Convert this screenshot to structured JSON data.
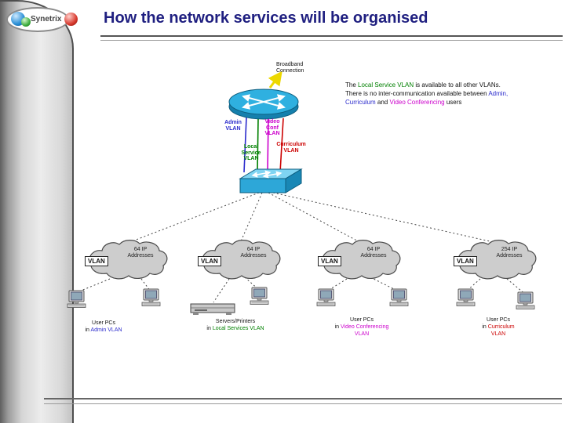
{
  "slide": {
    "title": "How the network services will be organised"
  },
  "logo": {
    "brand": "Synetrix"
  },
  "colors": {
    "admin": "#2b2bcc",
    "video_conf": "#cc00cc",
    "local_service": "#008000",
    "curriculum": "#cc0000",
    "title_text": "#1f1f80",
    "router_fill": "#2fb0e0",
    "switch_fill": "#2da7d8",
    "cloud_fill": "#cdcdcd",
    "broadband_arrow": "#ecd800"
  },
  "broadband": {
    "l1": "Broadband",
    "l2": "Connection"
  },
  "note": {
    "l1a": "The ",
    "l1b": "Local Service VLAN",
    "l1c": " is available to all other VLANs.",
    "l2a": "There is no inter-communication available between ",
    "l2b": "Admin,",
    "l3a": "Curriculum",
    "l3b": " and ",
    "l3c": "Video Conferencing",
    "l3d": " users"
  },
  "vlans": {
    "admin": [
      "Admin",
      "VLAN"
    ],
    "video": [
      "Video",
      "Conf",
      "VLAN"
    ],
    "local": [
      "Local",
      "Service",
      "VLAN"
    ],
    "curriculum": [
      "Curriculum",
      "VLAN"
    ]
  },
  "clouds": [
    {
      "tag": "VLAN",
      "ip1": "64 IP",
      "ip2": "Addresses"
    },
    {
      "tag": "VLAN",
      "ip1": "64 IP",
      "ip2": "Addresses"
    },
    {
      "tag": "VLAN",
      "ip1": "64 IP",
      "ip2": "Addresses"
    },
    {
      "tag": "VLAN",
      "ip1": "254 IP",
      "ip2": "Addresses"
    }
  ],
  "groups": [
    {
      "line1": "User PCs",
      "line2_prefix": "in ",
      "line2_colored": "Admin VLAN",
      "line3": ""
    },
    {
      "line1": "Servers/Printers",
      "line2_prefix": "in ",
      "line2_colored": "Local Services VLAN",
      "line3": ""
    },
    {
      "line1": "User PCs",
      "line2_prefix": "in ",
      "line2_colored": "Video Conferencing",
      "line3": "VLAN"
    },
    {
      "line1": "User PCs",
      "line2_prefix": "in ",
      "line2_colored": "Curriculum",
      "line3": "VLAN"
    }
  ]
}
